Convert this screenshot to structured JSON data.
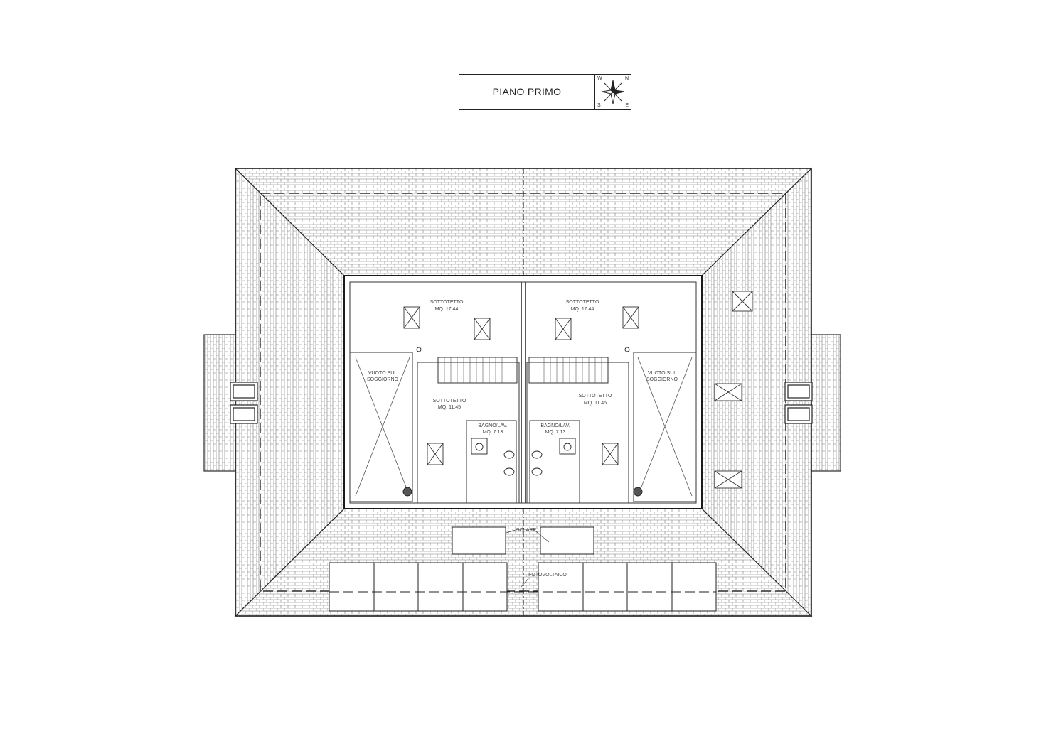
{
  "title": "PIANO PRIMO",
  "compass": {
    "n": "N",
    "w": "W",
    "s": "S",
    "e": "E"
  },
  "rooms": {
    "left_sottotetto": {
      "name": "SOTTOTETTO",
      "area": "MQ. 17.44"
    },
    "right_sottotetto": {
      "name": "SOTTOTETTO",
      "area": "MQ. 17.44"
    },
    "left_vuoto": {
      "line1": "VUOTO SUL",
      "line2": "SOGGIORNO"
    },
    "right_vuoto": {
      "line1": "VUOTO SUL",
      "line2": "SOGGIORNO"
    },
    "left_sottotetto2": {
      "name": "SOTTOTETTO",
      "area": "MQ. 11.45"
    },
    "right_sottotetto2": {
      "name": "SOTTOTETTO",
      "area": "MQ. 11.45"
    },
    "left_bagno": {
      "name": "BAGNO/LAV.",
      "area": "MQ. 7.13"
    },
    "right_bagno": {
      "name": "BAGNO/LAV.",
      "area": "MQ. 7.13"
    }
  },
  "annotations": {
    "solar": "SOLARE",
    "pv": "FOTOVOLTAICO"
  },
  "colors": {
    "line": "#2a2a2a",
    "tile": "#6b6b6b",
    "paper": "#ffffff"
  }
}
